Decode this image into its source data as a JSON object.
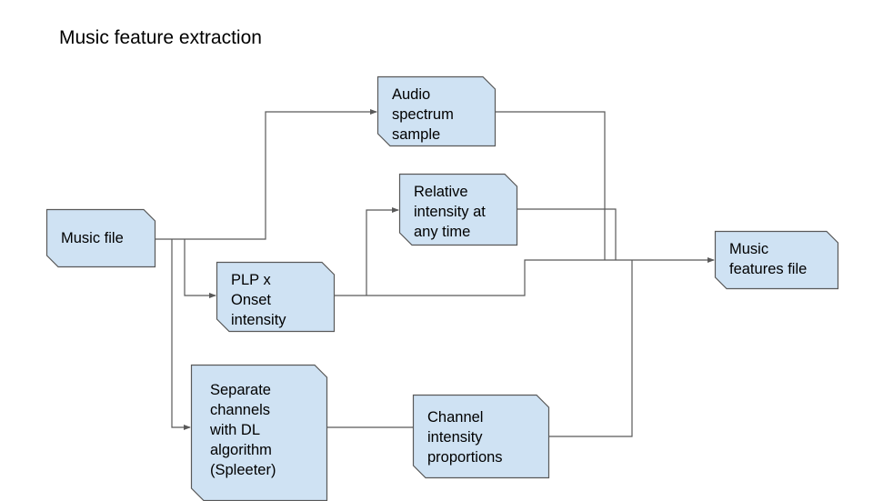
{
  "title": "Music feature extraction",
  "colors": {
    "node_fill": "#cfe2f3",
    "node_stroke": "#595959",
    "connector": "#595959",
    "text": "#000000",
    "background": "#ffffff"
  },
  "nodes": {
    "music_file": {
      "label": "Music file",
      "shape": "snip-corner-rectangle"
    },
    "audio_spectrum": {
      "label": "Audio\nspectrum\nsample",
      "shape": "snip-corner-rectangle"
    },
    "relative_intensity": {
      "label": "Relative\nintensity at\nany time",
      "shape": "snip-corner-rectangle"
    },
    "plp_onset": {
      "label": "PLP x\nOnset\nintensity",
      "shape": "snip-corner-rectangle"
    },
    "music_features_file": {
      "label": "Music\nfeatures file",
      "shape": "snip-corner-rectangle"
    },
    "separate_channels": {
      "label": "Separate\nchannels\nwith DL\nalgorithm\n(Spleeter)",
      "shape": "snip-corner-rectangle"
    },
    "channel_intensity": {
      "label": "Channel\nintensity\nproportions",
      "shape": "snip-corner-rectangle"
    }
  },
  "edges": [
    {
      "from": "music_file",
      "to": "audio_spectrum",
      "arrow": true
    },
    {
      "from": "music_file",
      "to": "plp_onset",
      "arrow": true
    },
    {
      "from": "music_file",
      "to": "separate_channels",
      "arrow": true
    },
    {
      "from": "plp_onset",
      "to": "relative_intensity",
      "arrow": true
    },
    {
      "from": "plp_onset",
      "to": "music_features_file",
      "arrow": true
    },
    {
      "from": "audio_spectrum",
      "to": "music_features_file",
      "arrow": true
    },
    {
      "from": "relative_intensity",
      "to": "music_features_file",
      "arrow": true
    },
    {
      "from": "separate_channels",
      "to": "channel_intensity",
      "arrow": false
    },
    {
      "from": "channel_intensity",
      "to": "music_features_file",
      "arrow": true
    }
  ]
}
